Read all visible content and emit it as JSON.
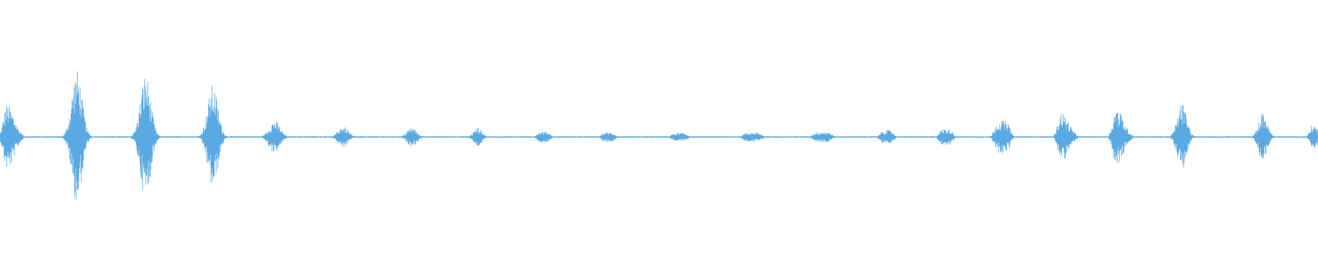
{
  "waveform": {
    "color": "#5aa9e2",
    "bursts": [
      {
        "center_s": 0.1,
        "width_s": 0.3,
        "amp": 0.24,
        "shape": "front"
      },
      {
        "center_s": 1.12,
        "width_s": 0.38,
        "amp": 0.49,
        "shape": "peak"
      },
      {
        "center_s": 2.12,
        "width_s": 0.38,
        "amp": 0.46,
        "shape": "peak"
      },
      {
        "center_s": 3.1,
        "width_s": 0.38,
        "amp": 0.38,
        "shape": "peak"
      },
      {
        "center_s": 4.0,
        "width_s": 0.4,
        "amp": 0.12,
        "shape": "peak"
      },
      {
        "center_s": 5.0,
        "width_s": 0.36,
        "amp": 0.08,
        "shape": "peak"
      },
      {
        "center_s": 6.0,
        "width_s": 0.36,
        "amp": 0.07,
        "shape": "peak"
      },
      {
        "center_s": 6.96,
        "width_s": 0.3,
        "amp": 0.07,
        "shape": "peak"
      },
      {
        "center_s": 7.92,
        "width_s": 0.3,
        "amp": 0.04,
        "shape": "flat"
      },
      {
        "center_s": 8.86,
        "width_s": 0.3,
        "amp": 0.035,
        "shape": "flat"
      },
      {
        "center_s": 9.9,
        "width_s": 0.36,
        "amp": 0.03,
        "shape": "flat"
      },
      {
        "center_s": 10.96,
        "width_s": 0.4,
        "amp": 0.035,
        "shape": "flat"
      },
      {
        "center_s": 11.98,
        "width_s": 0.4,
        "amp": 0.04,
        "shape": "flat"
      },
      {
        "center_s": 12.92,
        "width_s": 0.3,
        "amp": 0.05,
        "shape": "flat"
      },
      {
        "center_s": 13.78,
        "width_s": 0.3,
        "amp": 0.06,
        "shape": "flat"
      },
      {
        "center_s": 14.6,
        "width_s": 0.34,
        "amp": 0.12,
        "shape": "flat"
      },
      {
        "center_s": 15.46,
        "width_s": 0.3,
        "amp": 0.18,
        "shape": "front"
      },
      {
        "center_s": 16.26,
        "width_s": 0.3,
        "amp": 0.21,
        "shape": "front"
      },
      {
        "center_s": 17.22,
        "width_s": 0.34,
        "amp": 0.25,
        "shape": "peak"
      },
      {
        "center_s": 18.4,
        "width_s": 0.32,
        "amp": 0.18,
        "shape": "peak"
      },
      {
        "center_s": 19.12,
        "width_s": 0.24,
        "amp": 0.09,
        "shape": "front"
      }
    ],
    "duration_s": 19.2
  }
}
